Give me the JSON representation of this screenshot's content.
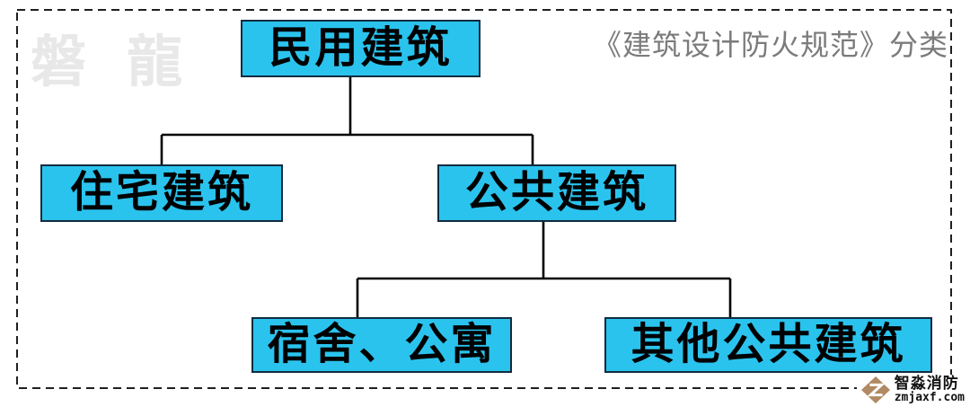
{
  "page": {
    "background": "#ffffff",
    "border_color": "#1f1f1f",
    "watermark": "磐 龍",
    "title": "《建筑设计防火规范》分类",
    "title_color": "#7b7b7b"
  },
  "diagram": {
    "type": "tree",
    "node_fill": "#2ac3ee",
    "node_border": "#122c3e",
    "node_text_color": "#000000",
    "connector_color": "#000000",
    "nodes": {
      "root": {
        "label": "民用建筑"
      },
      "residential": {
        "label": "住宅建筑"
      },
      "public": {
        "label": "公共建筑"
      },
      "dorm": {
        "label": "宿舍、公寓"
      },
      "other": {
        "label": "其他公共建筑"
      }
    },
    "hierarchy": [
      {
        "parent": "民用建筑",
        "children": [
          "住宅建筑",
          "公共建筑"
        ]
      },
      {
        "parent": "公共建筑",
        "children": [
          "宿舍、公寓",
          "其他公共建筑"
        ]
      }
    ]
  },
  "logo": {
    "name": "智淼消防",
    "site": "zmjaxf.com",
    "icon_color": "#b08a63"
  }
}
